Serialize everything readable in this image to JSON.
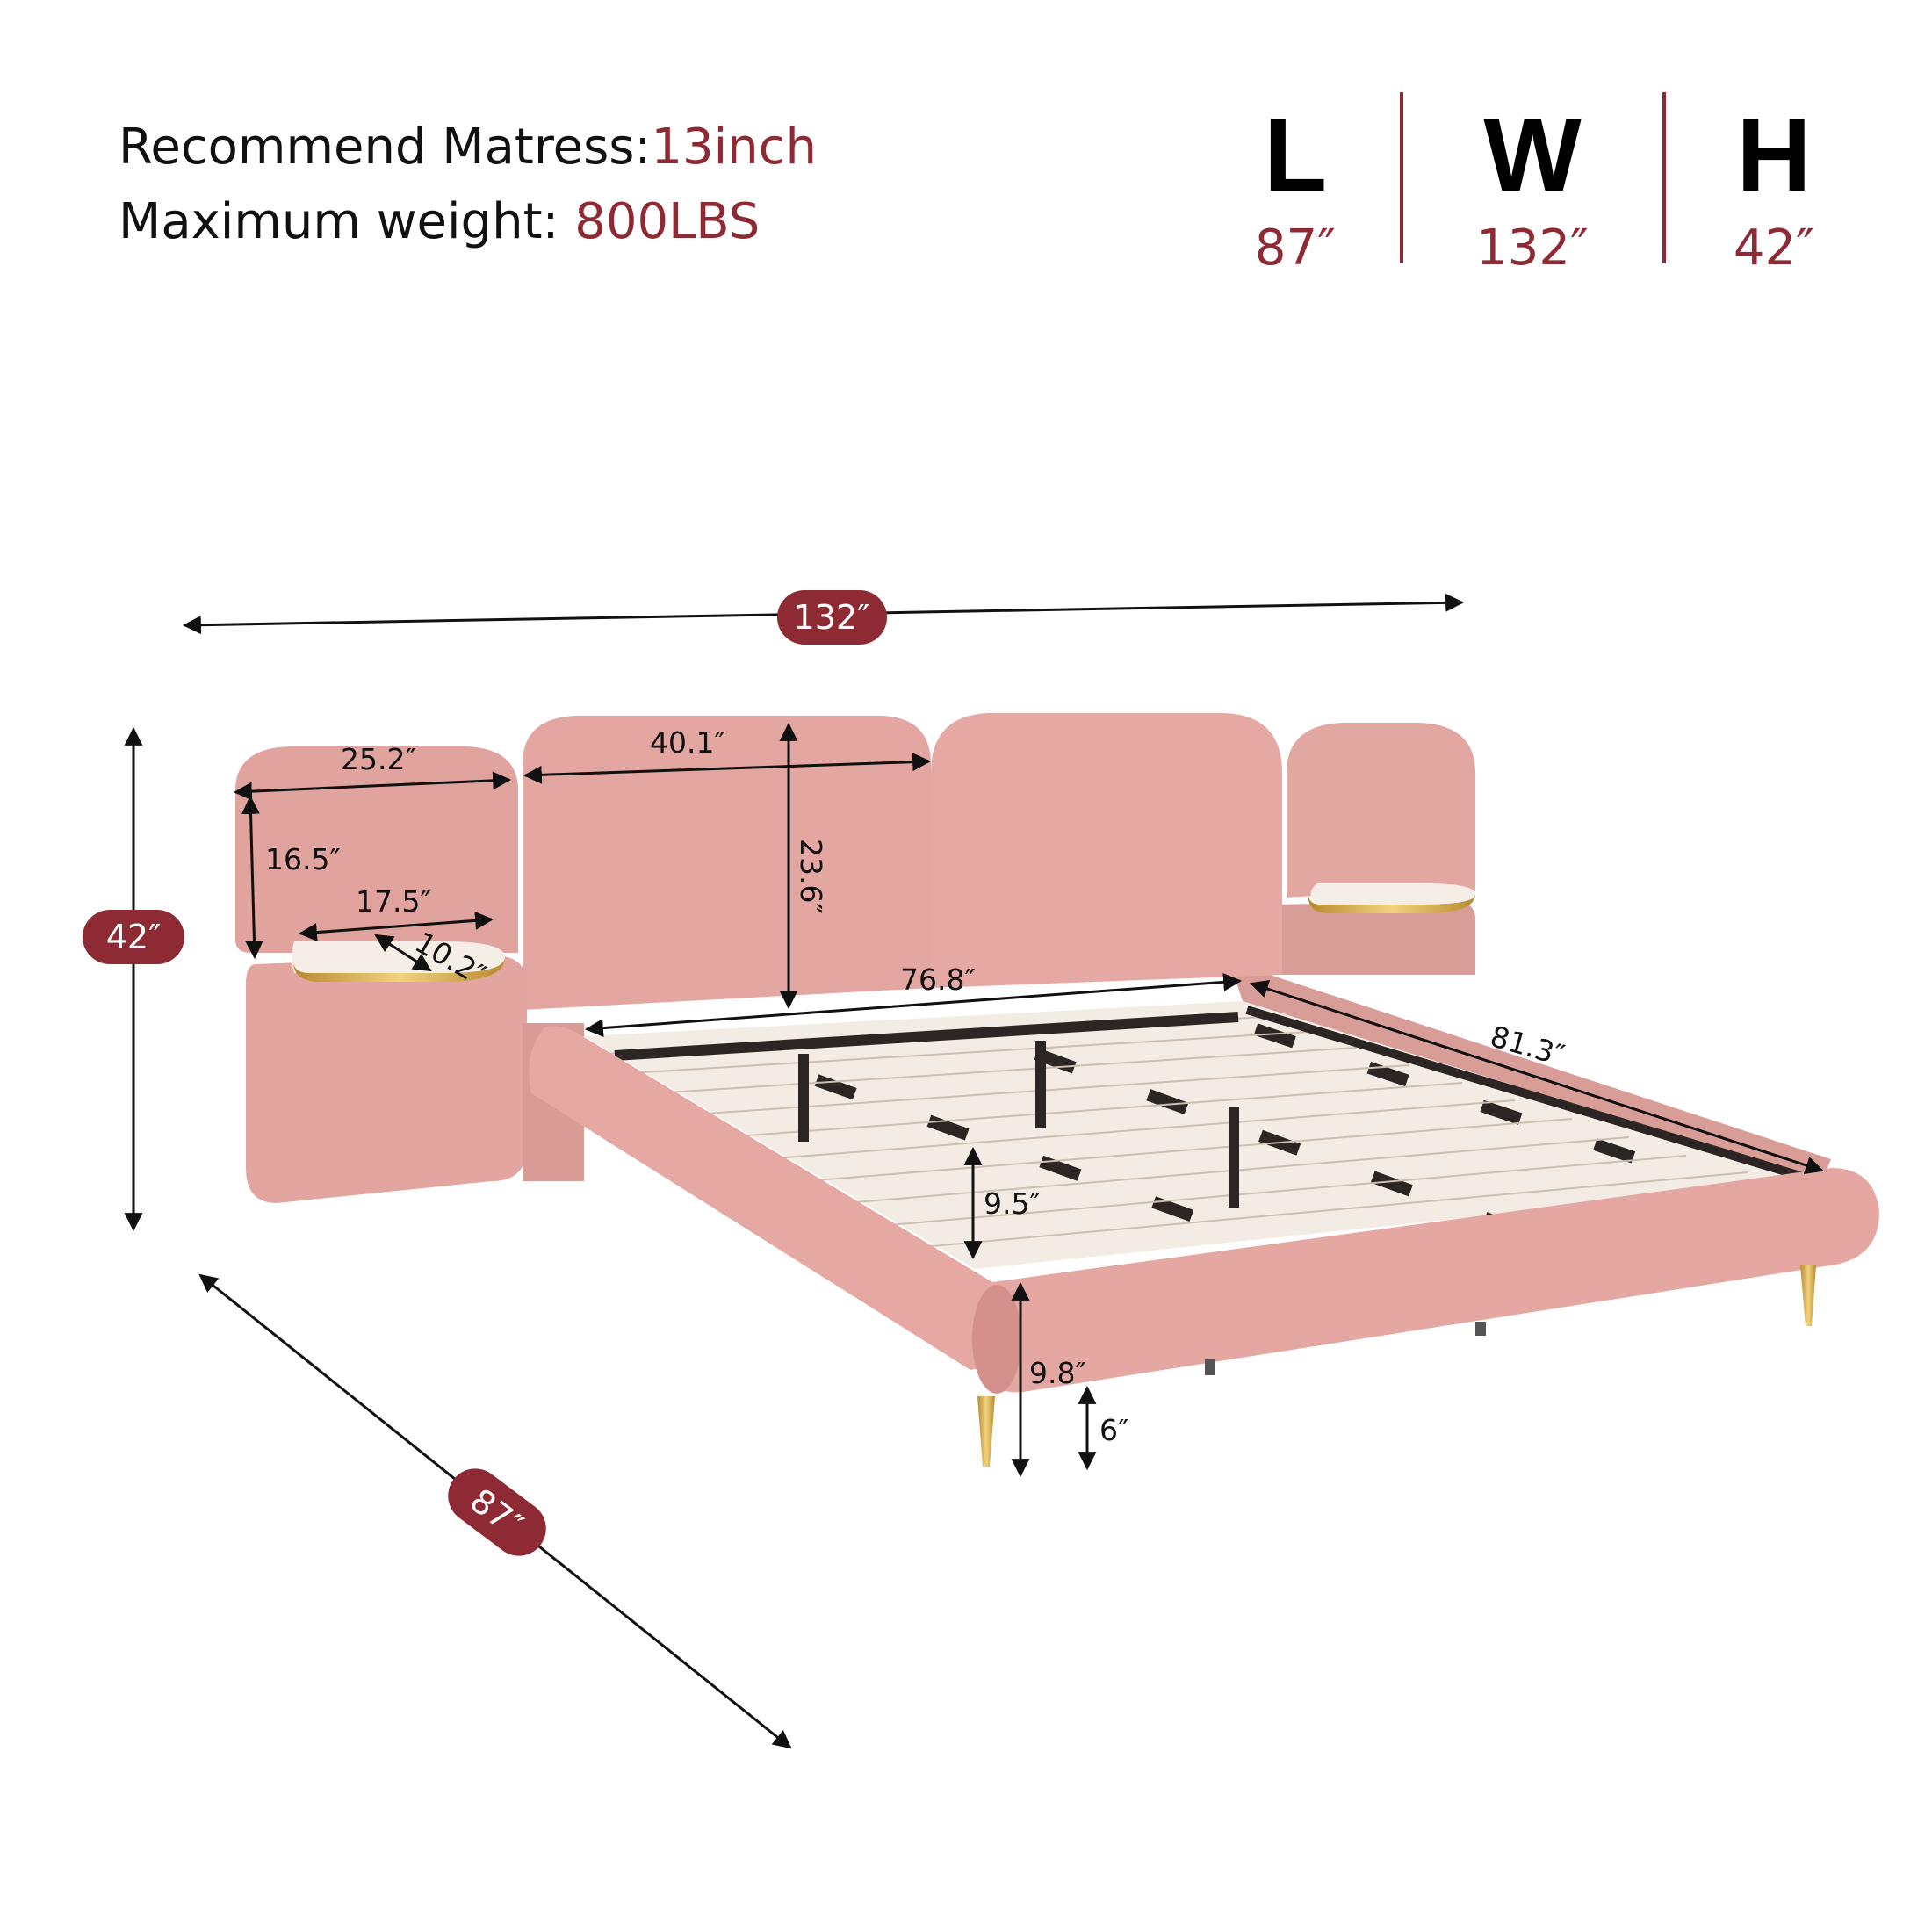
{
  "specs": {
    "mattress_label": "Recommend Matress:",
    "mattress_value": "13inch",
    "weight_label": "Maximum weight: ",
    "weight_value": "800LBS"
  },
  "overall": {
    "length": {
      "letter": "L",
      "value": "87″"
    },
    "width": {
      "letter": "W",
      "value": "132″"
    },
    "height": {
      "letter": "H",
      "value": "42″"
    }
  },
  "dimensions": {
    "total_width": "132″",
    "total_height": "42″",
    "total_length": "87″",
    "side_panel_width": "25.2″",
    "side_panel_height": "16.5″",
    "shelf_width": "17.5″",
    "shelf_depth": "10.2″",
    "headboard_panel_width": "40.1″",
    "headboard_panel_height": "23.6″",
    "inner_width": "76.8″",
    "inner_length": "81.3″",
    "slat_clearance": "9.5″",
    "frame_height": "9.8″",
    "leg_height": "6″"
  },
  "colors": {
    "accent": "#8e2a33",
    "fabric": "#e5a8a2",
    "fabric_shade": "#d4908b",
    "slat": "#f5eee6",
    "gold": "#d8b25a"
  }
}
